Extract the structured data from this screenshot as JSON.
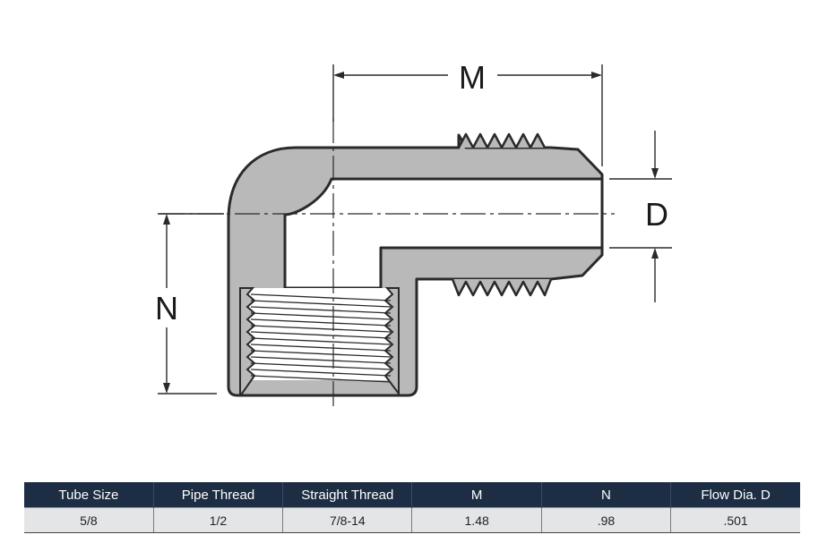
{
  "diagram": {
    "labels": {
      "m": "M",
      "n": "N",
      "d": "D"
    },
    "colors": {
      "body_fill": "#b9b9b9",
      "outline": "#2a2a2a",
      "bore_fill": "#ffffff"
    }
  },
  "table": {
    "headers": [
      "Tube Size",
      "Pipe Thread",
      "Straight Thread",
      "M",
      "N",
      "Flow Dia. D"
    ],
    "rows": [
      [
        "5/8",
        "1/2",
        "7/8-14",
        "1.48",
        ".98",
        ".501"
      ]
    ],
    "colors": {
      "header_bg": "#1c2d44",
      "row_bg": "#e3e5e7"
    }
  }
}
